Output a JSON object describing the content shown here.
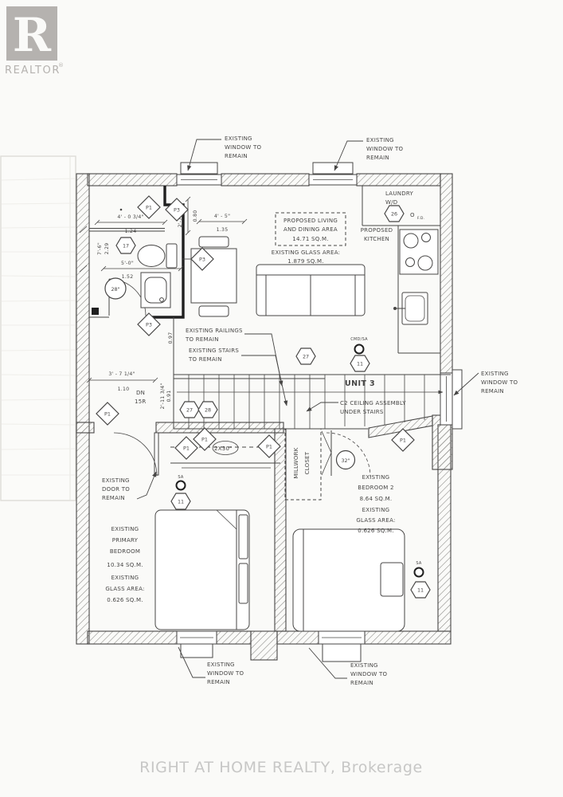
{
  "branding": {
    "logo_r": "R",
    "logo_text": "REALTOR",
    "registered": "®",
    "watermark": "RIGHT AT HOME REALTY, Brokerage"
  },
  "plan": {
    "unit_label": "UNIT 3",
    "window_note": {
      "l1": "EXISTING",
      "l2": "WINDOW TO",
      "l3": "REMAIN"
    },
    "door_note": {
      "l1": "EXISTING",
      "l2": "DOOR TO",
      "l3": "REMAIN"
    },
    "railings_note": {
      "l1": "EXISTING RAILINGS",
      "l2": "TO REMAIN"
    },
    "stairs_note": {
      "l1": "EXISTING STAIRS",
      "l2": "TO REMAIN"
    },
    "ceiling_note": {
      "l1": "C2 CEILING ASSEMBLY",
      "l2": "UNDER STAIRS"
    },
    "living": {
      "l1": "PROPOSED LIVING",
      "l2": "AND DINING AREA",
      "l3": "14.71 SQ.M.",
      "glass1": "EXISTING GLASS AREA:",
      "glass2": "1.879 SQ.M."
    },
    "kitchen": {
      "l1": "PROPOSED",
      "l2": "KITCHEN"
    },
    "laundry": {
      "l1": "LAUNDRY",
      "l2": "W/D",
      "fd_o": "O",
      "fd": "F.D."
    },
    "primary_bedroom": {
      "l1": "EXISTING",
      "l2": "PRIMARY",
      "l3": "BEDROOM",
      "area": "10.34 SQ.M.",
      "g1": "EXISTING",
      "g2": "GLASS AREA:",
      "g3": "0.626 SQ.M."
    },
    "bedroom2": {
      "l1": "EXISTING",
      "l2": "BEDROOM 2",
      "area": "8.64 SQ.M.",
      "g1": "EXISTING",
      "g2": "GLASS AREA:",
      "g3": "0.626 SQ.M."
    },
    "millwork": {
      "l1": "MILLWORK",
      "l2": "CLOSET"
    },
    "closet_size": "2X30\"",
    "stair_dn": "DN",
    "stair_risers": "15R",
    "cmd_sa": "CMD/SA",
    "sa": "SA",
    "markers": {
      "p1": "P1",
      "p3": "P3",
      "h11": "11",
      "h17": "17",
      "h26": "26",
      "h27": "27",
      "h28": "28",
      "c28": "28\"",
      "c32": "32\""
    },
    "dims": {
      "d1_ft": "4' - 0 3/4\"",
      "d1_m": "1.24",
      "d2_ft": "2'-7 1/2\"",
      "d2_m": "0.80",
      "d3_ft": "4' - 5\"",
      "d3_m": "1.35",
      "d4_ft": "7'-6\"",
      "d4_m": "2.29",
      "d5_ft": "5'-0\"",
      "d5_m": "1.52",
      "d6_ft": "3' - 7 1/4\"",
      "d6_m": "1.10",
      "d7_ft": "2'-11 3/4\"",
      "d7_m": "0.91",
      "d8_m": "0.97"
    },
    "colors": {
      "line": "#474645",
      "bold": "#1f1f1f",
      "hatch": "#8e8d8a",
      "faint": "#dddcd7",
      "watermark": "#c7c7c6",
      "logo": "#b5b2af"
    }
  }
}
